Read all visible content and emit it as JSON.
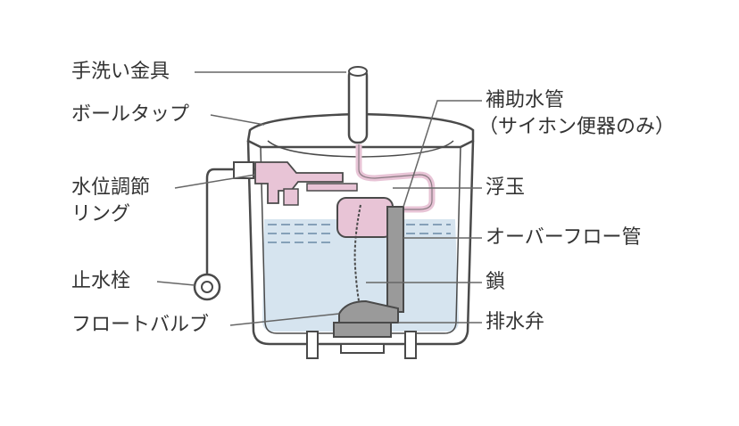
{
  "colors": {
    "outline": "#4a4a4a",
    "water": "#d6e4ef",
    "pink_parts": "#e8c4d6",
    "dark_parts": "#9a9a9a",
    "leader_line": "#666666",
    "text": "#333333"
  },
  "labels_left": {
    "faucet": "手洗い金具",
    "ball_tap": "ボールタップ",
    "level_ring_line1": "水位調節",
    "level_ring_line2": "リング",
    "stop_valve": "止水栓",
    "float_valve": "フロートバルブ"
  },
  "labels_right": {
    "refill_tube_line1": "補助水管",
    "refill_tube_line2": "（サイホン便器のみ）",
    "float_ball": "浮玉",
    "overflow_pipe": "オーバーフロー管",
    "chain": "鎖",
    "drain_valve": "排水弁"
  }
}
